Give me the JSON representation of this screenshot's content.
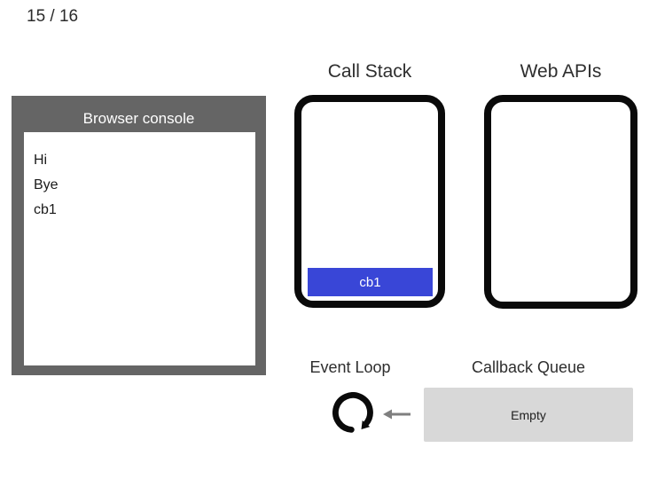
{
  "page": {
    "slide_counter": "15 / 16"
  },
  "console": {
    "title": "Browser console",
    "lines": [
      "Hi",
      "Bye",
      "cb1"
    ]
  },
  "call_stack": {
    "title": "Call Stack",
    "frames": [
      {
        "label": "cb1"
      }
    ]
  },
  "web_apis": {
    "title": "Web APIs",
    "items": []
  },
  "event_loop": {
    "title": "Event Loop"
  },
  "callback_queue": {
    "title": "Callback Queue",
    "state": "Empty"
  },
  "icons": {
    "event_loop_icon": "clockwise-cycle-icon",
    "queue_to_stack_icon": "left-arrow-icon"
  },
  "colors": {
    "stack_frame_blue": "#3946d7",
    "console_frame_gray": "#656565",
    "queue_box_gray": "#d8d8d8",
    "box_border_black": "#0a0a0a",
    "arrow_gray": "#7f7f7f"
  }
}
